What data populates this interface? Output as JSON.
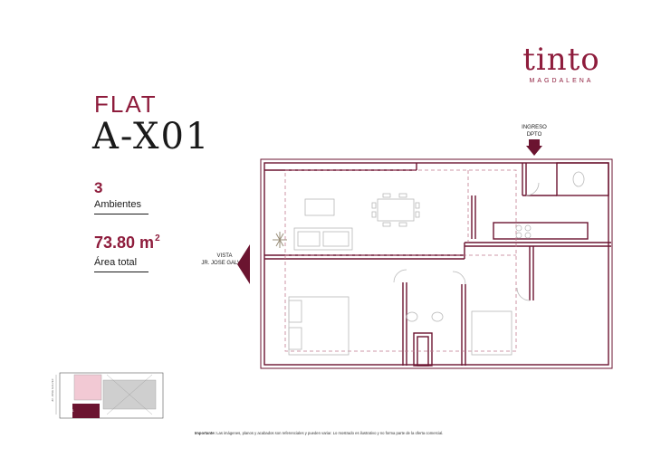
{
  "brand": {
    "name": "tinto",
    "subtitle": "MAGDALENA",
    "color": "#8e1c3c"
  },
  "unit": {
    "type_label": "FLAT",
    "code": "A-X01"
  },
  "specs": {
    "rooms_value": "3",
    "rooms_label": "Ambientes",
    "area_value": "73.80 m",
    "area_unit_sup": "2",
    "area_label": "Área total"
  },
  "plan": {
    "entry_label_line1": "INGRESO",
    "entry_label_line2": "DPTO",
    "view_label_line1": "VISTA",
    "view_label_line2": "JR. JOSE GALVEZ",
    "entry_arrow_icon": "arrow-down-icon",
    "view_arrow_icon": "arrow-left-icon"
  },
  "keyplan": {
    "unit_tag": "A-X01",
    "street_label": "JR. JOSE GALVEZ"
  },
  "disclaimer": {
    "bold": "Importante:",
    "text": " Las imágenes, planos y acabados son referenciales y pueden variar. Lo mostrado es ilustrativo y no forma parte de la oferta comercial."
  }
}
